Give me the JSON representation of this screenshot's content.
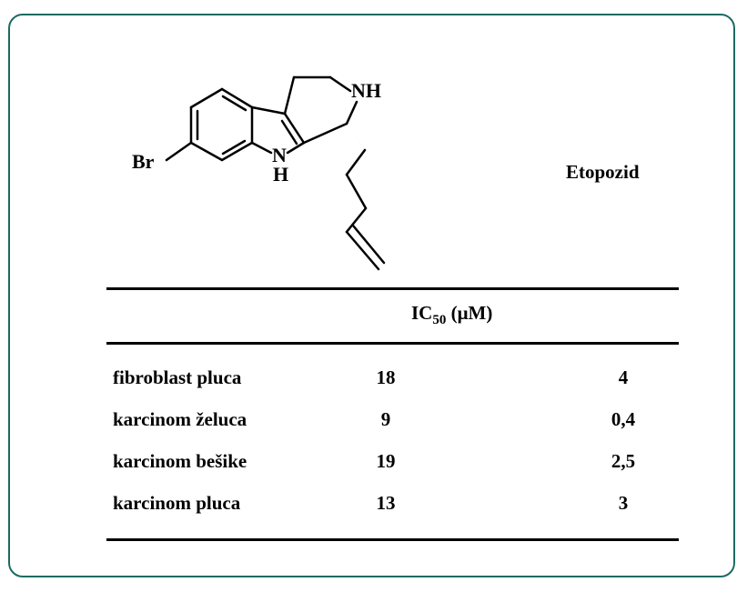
{
  "structure": {
    "atoms": {
      "br": "Br",
      "nh_ring": "NH",
      "nh_indole_n": "N",
      "nh_indole_h": "H"
    }
  },
  "reference_compound": "Etopozid",
  "table": {
    "header": {
      "prefix": "IC",
      "subscript": "50",
      "unit": " (μM)"
    },
    "rows": [
      {
        "name": "fibroblast pluca",
        "compound": "18",
        "reference": "4"
      },
      {
        "name": "karcinom želuca",
        "compound": "9",
        "reference": "0,4"
      },
      {
        "name": "karcinom bešike",
        "compound": "19",
        "reference": "2,5"
      },
      {
        "name": "karcinom pluca",
        "compound": "13",
        "reference": "3"
      }
    ]
  },
  "colors": {
    "frame_border": "#1b6b62",
    "ink": "#000000"
  }
}
